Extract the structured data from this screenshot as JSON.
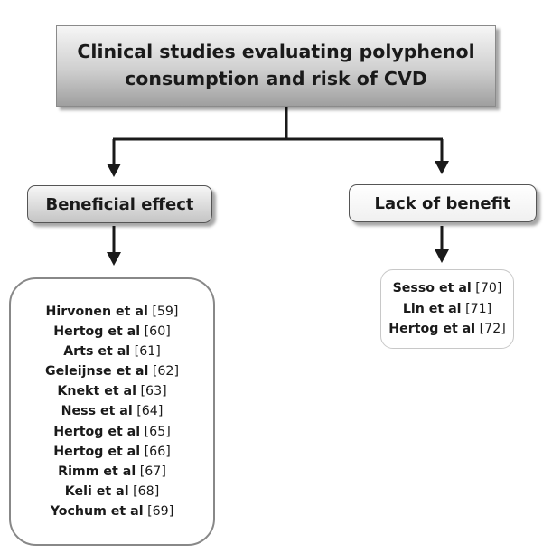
{
  "title": {
    "line1": "Clinical studies evaluating polyphenol",
    "line2": "consumption and risk of CVD"
  },
  "branches": {
    "beneficial": {
      "label": "Beneficial effect",
      "studies": [
        {
          "name": "Hirvonen et al",
          "ref": "[59]"
        },
        {
          "name": "Hertog et al",
          "ref": "[60]"
        },
        {
          "name": "Arts et al",
          "ref": "[61]"
        },
        {
          "name": "Geleijnse et al",
          "ref": "[62]"
        },
        {
          "name": "Knekt et al",
          "ref": "[63]"
        },
        {
          "name": "Ness et al",
          "ref": "[64]"
        },
        {
          "name": "Hertog et al",
          "ref": "[65]"
        },
        {
          "name": "Hertog et al",
          "ref": "[66]"
        },
        {
          "name": "Rimm et al",
          "ref": "[67]"
        },
        {
          "name": "Keli et al",
          "ref": "[68]"
        },
        {
          "name": "Yochum et al",
          "ref": "[69]"
        }
      ]
    },
    "lack": {
      "label": "Lack of benefit",
      "studies": [
        {
          "name": "Sesso et al",
          "ref": "[70]"
        },
        {
          "name": "Lin et al",
          "ref": "[71]"
        },
        {
          "name": "Hertog et al",
          "ref": "[72]"
        }
      ]
    }
  },
  "colors": {
    "connector": "#1a1a1a",
    "title_gradient_top": "#f6f6f6",
    "title_gradient_bottom": "#9f9f9f"
  }
}
